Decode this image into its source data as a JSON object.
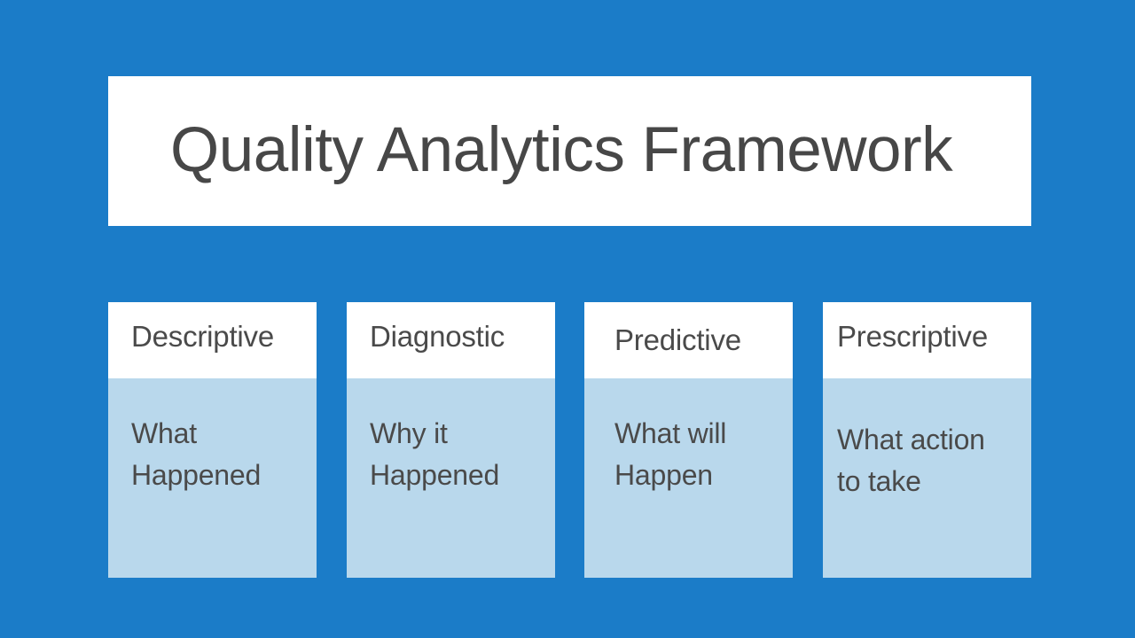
{
  "slide": {
    "background_color": "#1b7cc8",
    "title": "Quality Analytics Framework",
    "title_color": "#474747",
    "card_header_bg": "#ffffff",
    "card_body_bg": "#b9d8ec",
    "card_text_color": "#4a4a4a"
  },
  "cards": [
    {
      "id": "descriptive",
      "header": "Descriptive",
      "body": "What\nHappened"
    },
    {
      "id": "diagnostic",
      "header": "Diagnostic",
      "body": "Why it\nHappened"
    },
    {
      "id": "predictive",
      "header": "Predictive",
      "body": "What will\nHappen"
    },
    {
      "id": "prescriptive",
      "header": "Prescriptive",
      "body": "What action\nto take"
    }
  ]
}
